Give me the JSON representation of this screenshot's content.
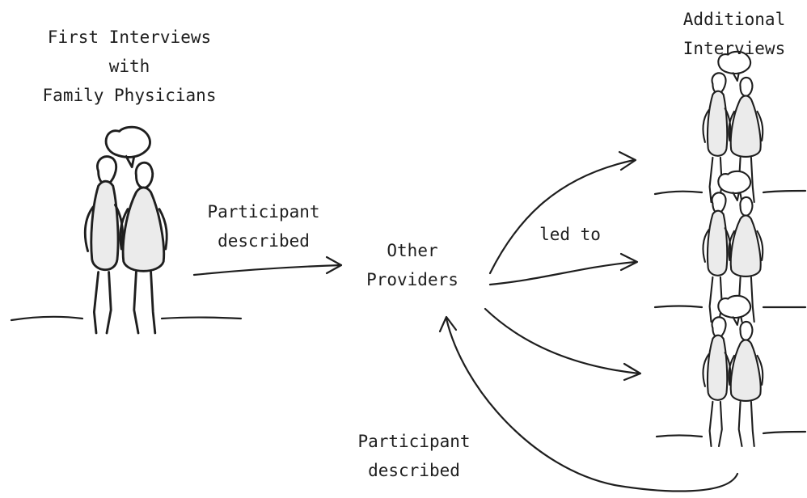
{
  "labels": {
    "first_interviews": [
      "First Interviews",
      "with",
      "Family Physicians"
    ],
    "participant_described_top": [
      "Participant",
      "described"
    ],
    "other_providers": [
      "Other",
      "Providers"
    ],
    "led_to": "led to",
    "additional_interviews": [
      "Additional",
      "Interviews"
    ],
    "participant_described_bottom": [
      "Participant",
      "described"
    ]
  },
  "colors": {
    "ink": "#1e1e1e",
    "figure_fill": "#ebebeb"
  }
}
